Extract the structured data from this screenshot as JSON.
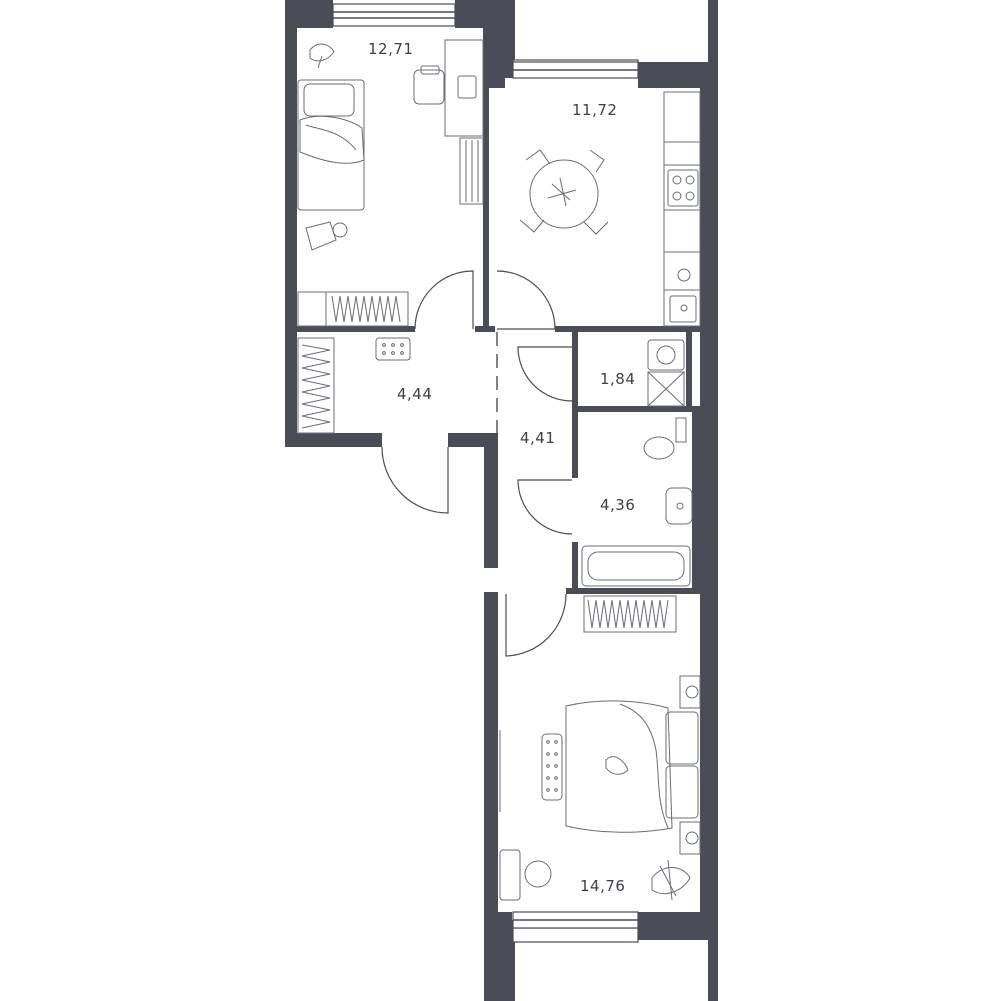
{
  "rooms": [
    {
      "id": "bedroom-small",
      "area": "12,71"
    },
    {
      "id": "kitchen",
      "area": "11,72"
    },
    {
      "id": "wardrobe",
      "area": "4,44"
    },
    {
      "id": "toilet",
      "area": "1,84"
    },
    {
      "id": "hallway",
      "area": "4,41"
    },
    {
      "id": "bathroom",
      "area": "4,36"
    },
    {
      "id": "bedroom-large",
      "area": "14,76"
    }
  ],
  "colors": {
    "wall": "#4a4d56",
    "furniture": "#6a6d76",
    "background": "#ffffff"
  }
}
